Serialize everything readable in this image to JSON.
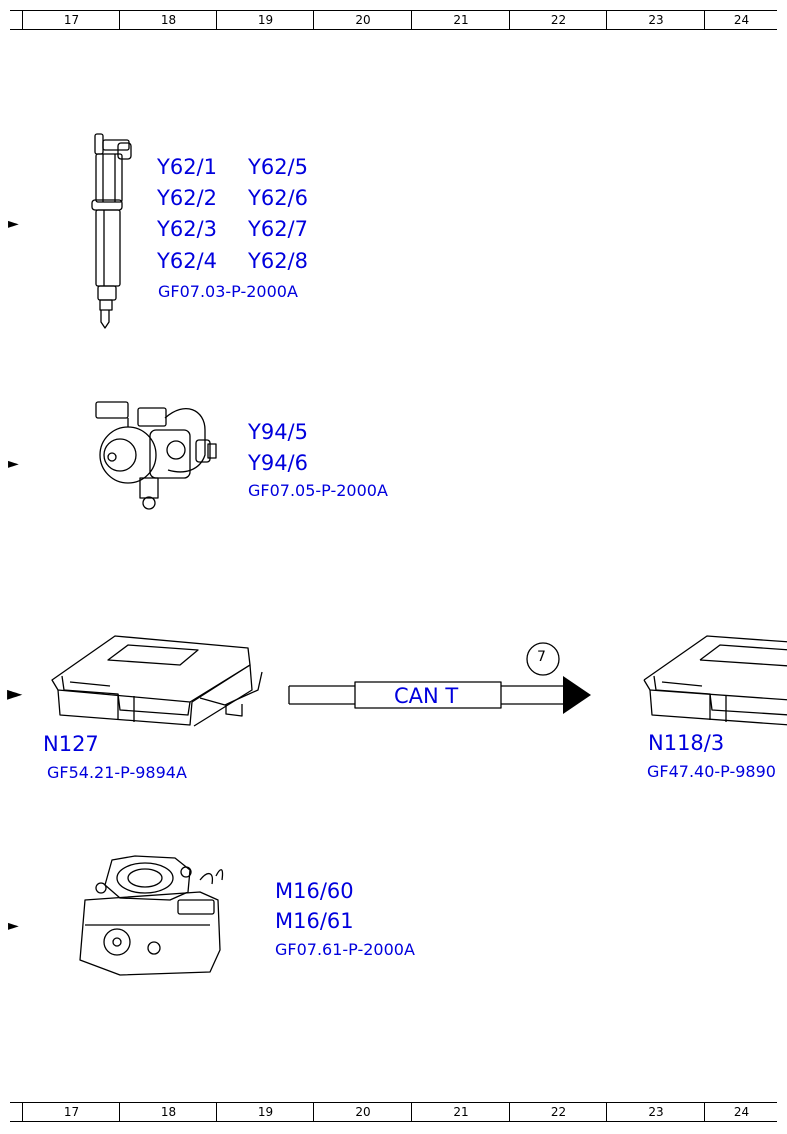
{
  "ruler": {
    "columns": [
      "17",
      "18",
      "19",
      "20",
      "21",
      "22",
      "23",
      "24"
    ]
  },
  "group_injectors": {
    "codes_col1": [
      "Y62/1",
      "Y62/2",
      "Y62/3",
      "Y62/4"
    ],
    "codes_col2": [
      "Y62/5",
      "Y62/6",
      "Y62/7",
      "Y62/8"
    ],
    "ref": "GF07.03-P-2000A"
  },
  "group_pump": {
    "codes": [
      "Y94/5",
      "Y94/6"
    ],
    "ref": "GF07.05-P-2000A"
  },
  "group_can": {
    "left_code": "N127",
    "left_ref": "GF54.21-P-9894A",
    "bus_label": "CAN T",
    "bus_number": "7",
    "right_code": "N118/3",
    "right_ref": "GF47.40-P-9890"
  },
  "group_actuator": {
    "codes": [
      "M16/60",
      "M16/61"
    ],
    "ref": "GF07.61-P-2000A"
  },
  "markers": {
    "arrow": "►"
  },
  "colors": {
    "label": "#0000dd",
    "line": "#000000"
  }
}
